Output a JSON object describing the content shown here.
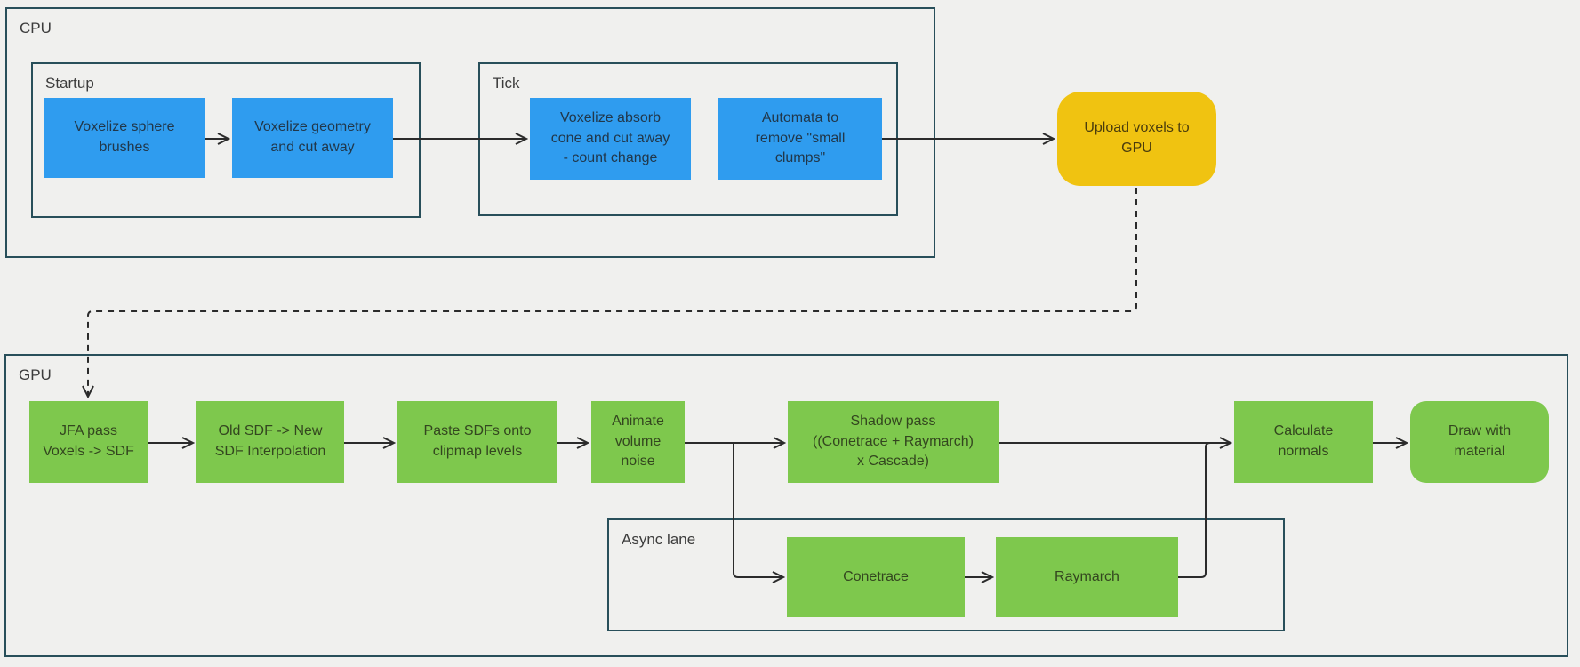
{
  "colors": {
    "background": "#f0f0ee",
    "node_blue": "#2f9cef",
    "node_green": "#7ec84d",
    "node_yellow": "#f0c311",
    "container_border": "#284f5a",
    "arrow": "#2b2b2b"
  },
  "cpu": {
    "label": "CPU",
    "startup": {
      "label": "Startup",
      "voxelize_sphere": "Voxelize sphere\nbrushes",
      "voxelize_geometry": "Voxelize geometry\nand cut away"
    },
    "tick": {
      "label": "Tick",
      "voxelize_absorb": "Voxelize absorb\ncone and cut away\n- count change",
      "automata": "Automata to\nremove \"small\nclumps\""
    },
    "upload": "Upload voxels to\nGPU"
  },
  "gpu": {
    "label": "GPU",
    "jfa": "JFA pass\nVoxels -> SDF",
    "old_new_sdf": "Old SDF -> New\nSDF Interpolation",
    "paste_sdf": "Paste SDFs onto\nclipmap levels",
    "animate": "Animate\nvolume\nnoise",
    "shadow": "Shadow pass\n((Conetrace + Raymarch)\nx Cascade)",
    "calculate_normals": "Calculate\nnormals",
    "draw_material": "Draw with\nmaterial",
    "async_lane": {
      "label": "Async lane",
      "conetrace": "Conetrace",
      "raymarch": "Raymarch"
    }
  }
}
